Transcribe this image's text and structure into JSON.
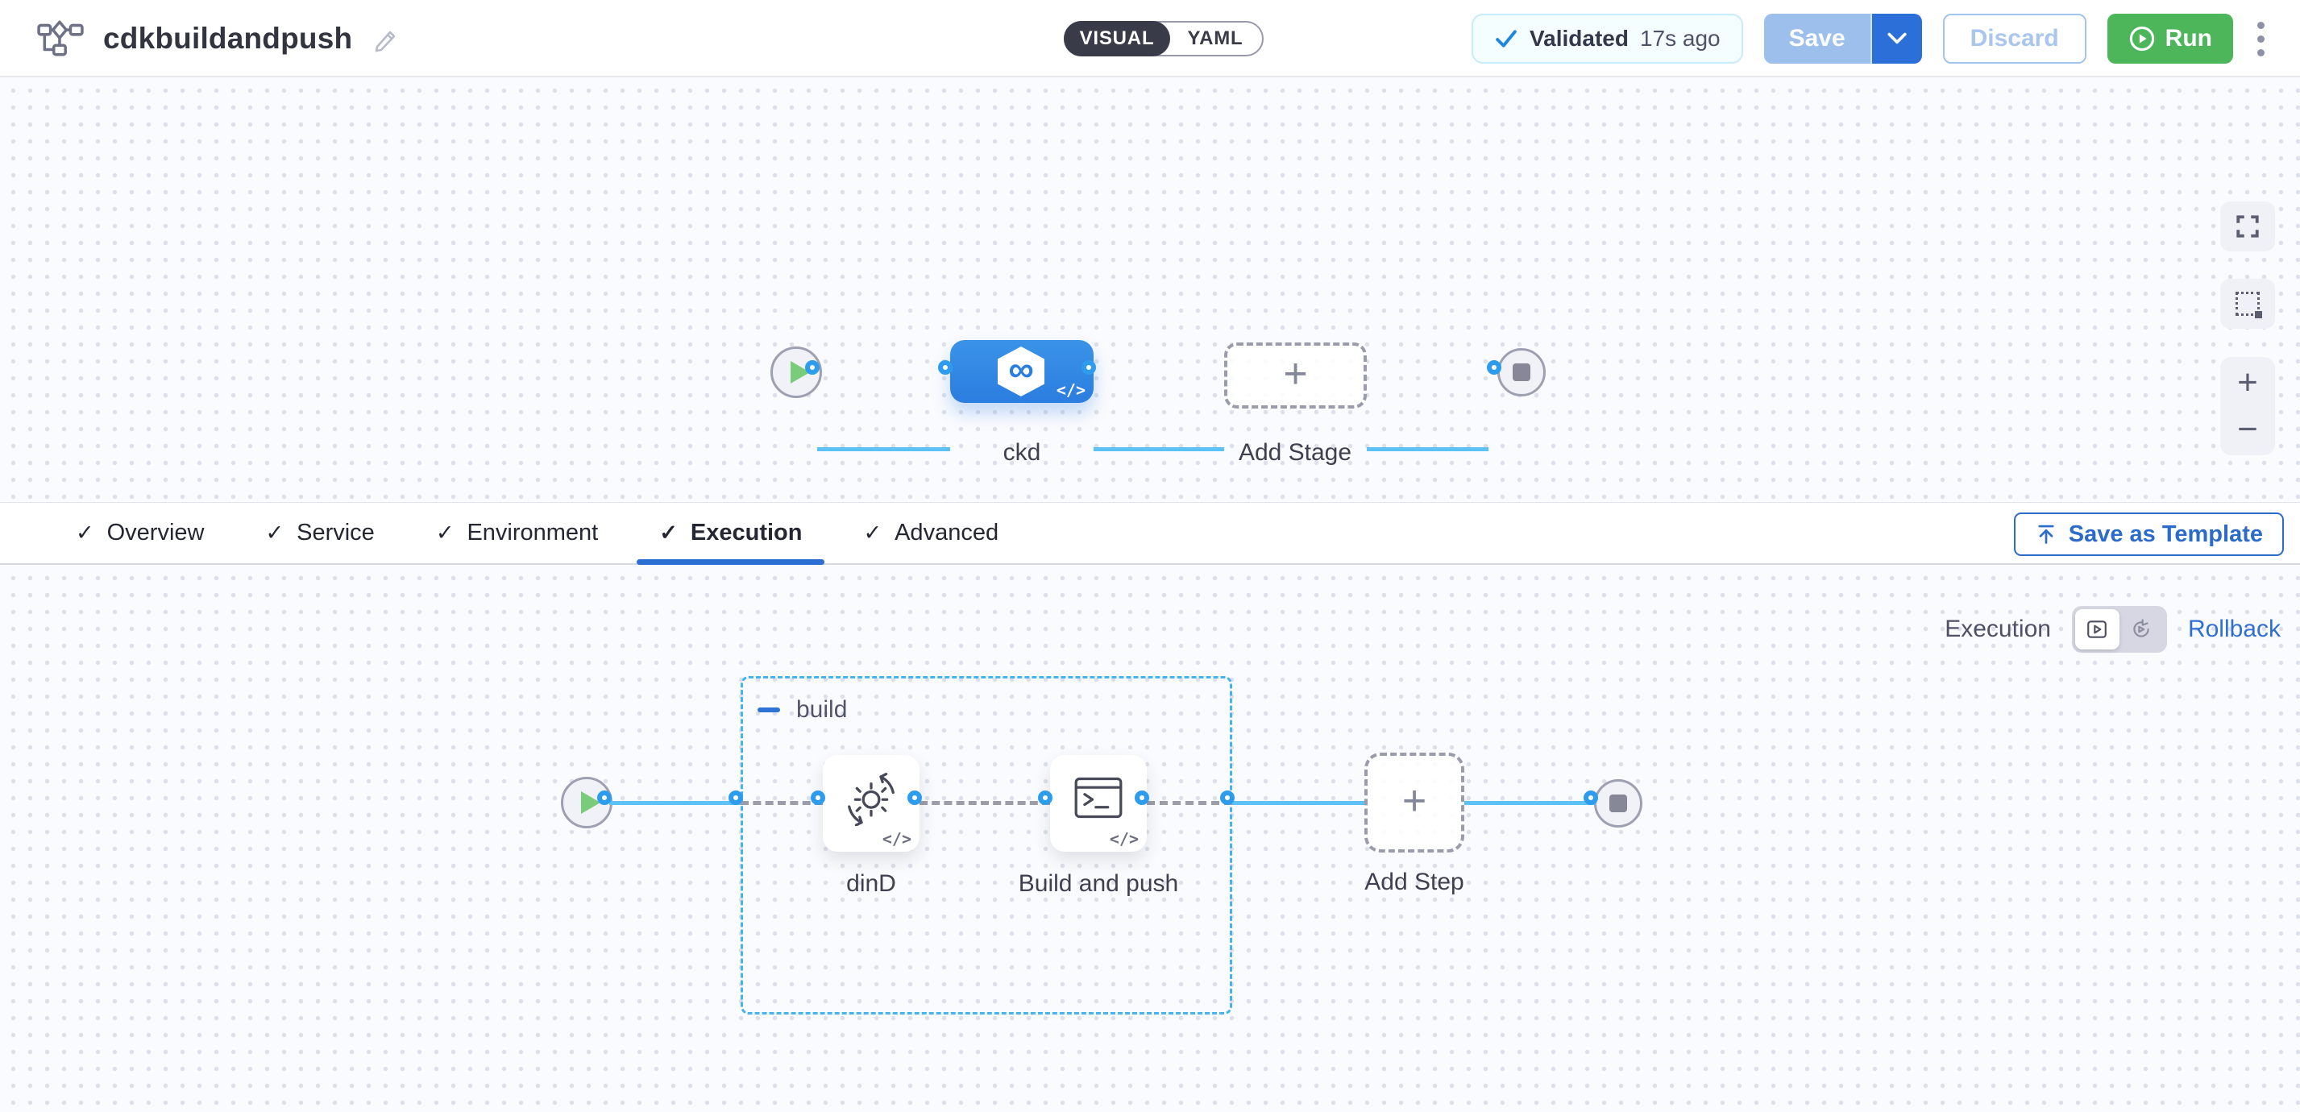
{
  "header": {
    "pipeline_name": "cdkbuildandpush",
    "view_toggle": {
      "visual": "VISUAL",
      "yaml": "YAML",
      "selected": "VISUAL"
    },
    "validation": {
      "status": "Validated",
      "time": "17s ago"
    },
    "save": "Save",
    "discard": "Discard",
    "run": "Run"
  },
  "stage_canvas": {
    "stage": "ckd",
    "add_stage": "Add Stage"
  },
  "tabs": {
    "items": [
      {
        "label": "Overview",
        "checked": true,
        "active": false
      },
      {
        "label": "Service",
        "checked": true,
        "active": false
      },
      {
        "label": "Environment",
        "checked": true,
        "active": false
      },
      {
        "label": "Execution",
        "checked": true,
        "active": true
      },
      {
        "label": "Advanced",
        "checked": true,
        "active": false
      }
    ],
    "save_as_template": "Save as Template"
  },
  "execution_canvas": {
    "mode_label": "Execution",
    "rollback_label": "Rollback",
    "group": "build",
    "steps": [
      {
        "name": "dinD"
      },
      {
        "name": "Build and push"
      }
    ],
    "add_step": "Add Step"
  },
  "icons": {
    "check": "✓",
    "plus": "+",
    "minus": "−",
    "code": "</>",
    "infinity": "∞"
  },
  "colors": {
    "accent_blue": "#2d6fd8",
    "stage_blue": "#2f87e1",
    "connector_blue": "#5cc1f4",
    "group_border_blue": "#45b3ed",
    "run_green": "#4db65b",
    "validated_check_blue": "#1d87dd",
    "dark_toggle": "#3a3b49"
  }
}
